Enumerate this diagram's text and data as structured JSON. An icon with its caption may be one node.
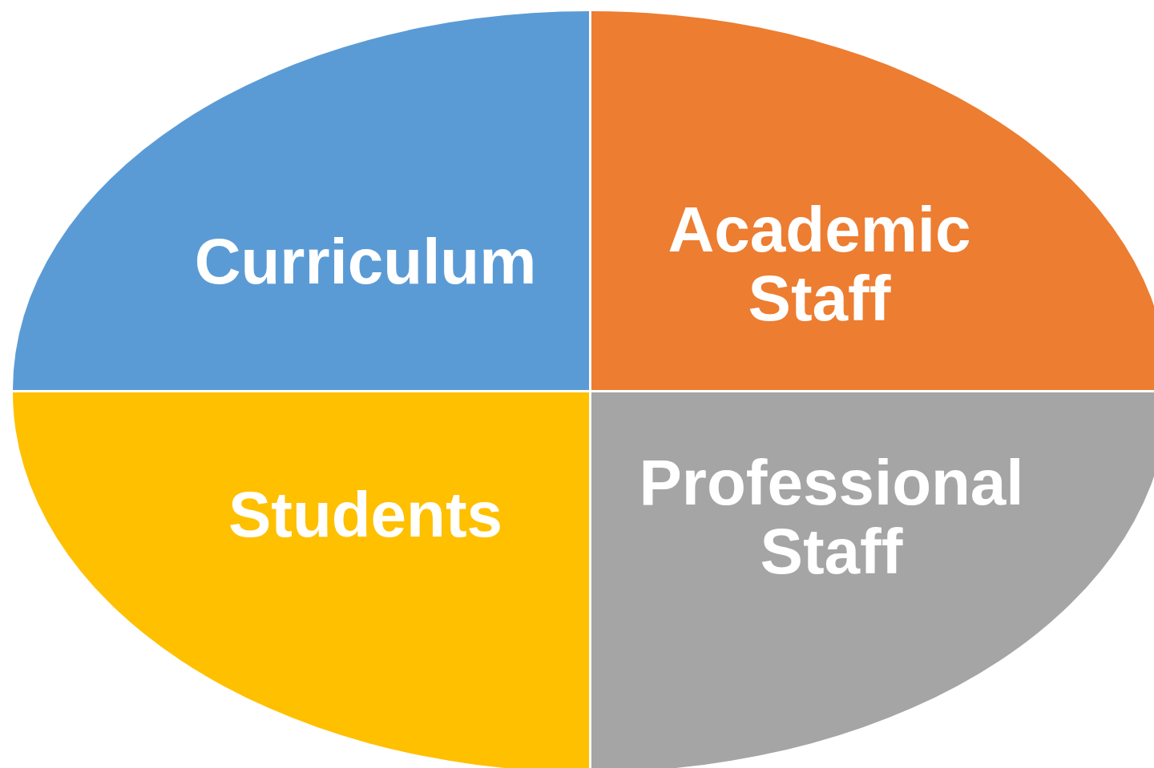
{
  "diagram": {
    "nodes": [
      {
        "text": [
          "Curriculum"
        ]
      },
      {
        "text": [
          "Academic Staff"
        ]
      },
      {
        "text": [
          "Students"
        ]
      },
      {
        "text": [
          "Professional Staff"
        ]
      }
    ]
  }
}
